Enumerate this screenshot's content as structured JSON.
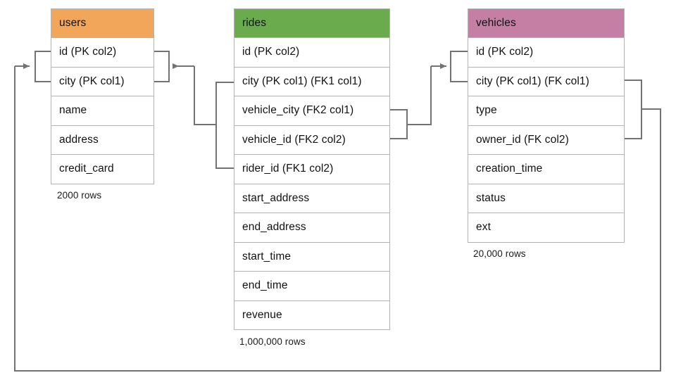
{
  "diagram": {
    "title": "database-schema-er-diagram",
    "type": "entity-relationship-diagram",
    "background_color": "#ffffff",
    "edge_color": "#737373",
    "border_color": "#b3b3b3"
  },
  "tables": [
    {
      "id": "users",
      "name": "users",
      "header_color": "#f2a65a",
      "row_count_label": "2000 rows",
      "columns": [
        {
          "label": "id (PK col2)"
        },
        {
          "label": "city (PK col1)"
        },
        {
          "label": "name"
        },
        {
          "label": "address"
        },
        {
          "label": "credit_card"
        }
      ]
    },
    {
      "id": "rides",
      "name": "rides",
      "header_color": "#69ab4d",
      "row_count_label": "1,000,000 rows",
      "columns": [
        {
          "label": "id (PK col2)"
        },
        {
          "label": "city (PK col1) (FK1 col1)"
        },
        {
          "label": "vehicle_city (FK2 col1)"
        },
        {
          "label": "vehicle_id (FK2 col2)"
        },
        {
          "label": "rider_id (FK1 col2)"
        },
        {
          "label": "start_address"
        },
        {
          "label": "end_address"
        },
        {
          "label": "start_time"
        },
        {
          "label": "end_time"
        },
        {
          "label": "revenue"
        }
      ]
    },
    {
      "id": "vehicles",
      "name": "vehicles",
      "header_color": "#c57ea4",
      "row_count_label": "20,000 rows",
      "columns": [
        {
          "label": "id (PK col2)"
        },
        {
          "label": "city (PK col1) (FK col1)"
        },
        {
          "label": "type"
        },
        {
          "label": "owner_id (FK col2)"
        },
        {
          "label": "creation_time"
        },
        {
          "label": "status"
        },
        {
          "label": "ext"
        }
      ]
    }
  ],
  "relationships": [
    {
      "id": "rides-rider-to-users",
      "from_table": "rides",
      "from_columns": [
        "city (PK col1) (FK1 col1)",
        "rider_id (FK1 col2)"
      ],
      "to_table": "users",
      "to_columns": [
        "id (PK col2)",
        "city (PK col1)"
      ],
      "arrow": "to-users"
    },
    {
      "id": "rides-vehicle-to-vehicles",
      "from_table": "rides",
      "from_columns": [
        "vehicle_city (FK2 col1)",
        "vehicle_id (FK2 col2)"
      ],
      "to_table": "vehicles",
      "to_columns": [
        "id (PK col2)",
        "city (PK col1) (FK col1)"
      ],
      "arrow": "to-vehicles"
    },
    {
      "id": "vehicles-owner-to-users",
      "from_table": "vehicles",
      "from_columns": [
        "city (PK col1) (FK col1)",
        "owner_id (FK col2)"
      ],
      "to_table": "users",
      "to_columns": [
        "id (PK col2)",
        "city (PK col1)"
      ],
      "arrow": "to-users"
    }
  ]
}
